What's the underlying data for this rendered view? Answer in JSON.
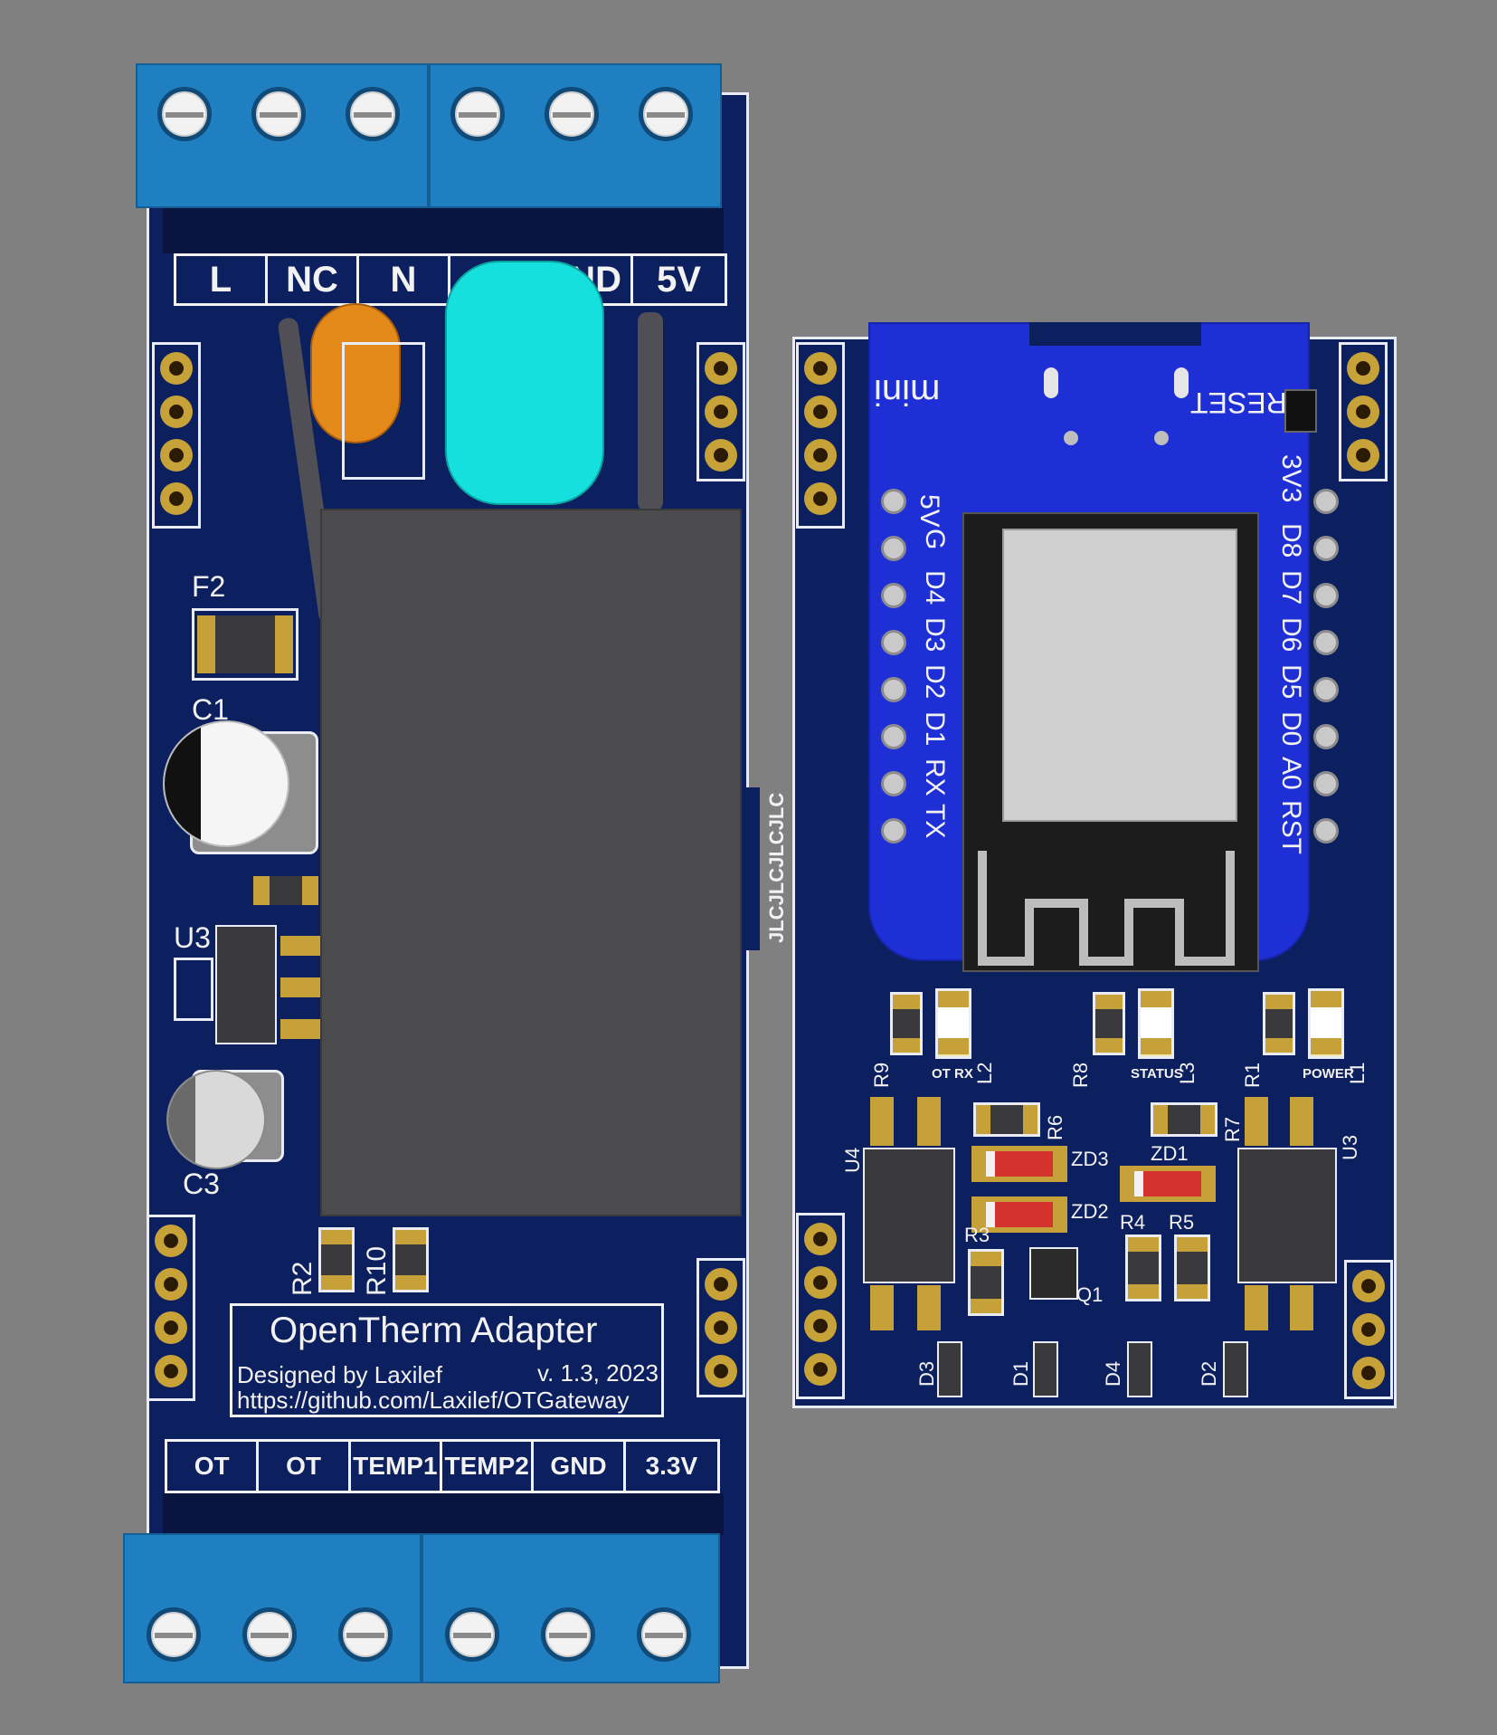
{
  "left_board": {
    "top_terminals": [
      "L",
      "NC",
      "N",
      "GND",
      "5V"
    ],
    "bottom_terminals": [
      "OT",
      "OT",
      "TEMP1",
      "TEMP2",
      "GND",
      "3.3V"
    ],
    "refs": {
      "f2": "F2",
      "c1": "C1",
      "u3": "U3",
      "c3": "C3",
      "r2": "R2",
      "r10": "R10"
    },
    "title": "OpenTherm Adapter",
    "designer": "Designed by Laxilef",
    "version": "v. 1.3, 2023",
    "url": "https://github.com/Laxilef/OTGateway",
    "side_mark": "JLCJLCJLCJLC"
  },
  "right_board": {
    "module_name": "mini",
    "reset_label": "RESET",
    "left_pins": [
      "5V",
      "G",
      "D4",
      "D3",
      "D2",
      "D1",
      "RX",
      "TX"
    ],
    "right_pins": [
      "3V3",
      "D8",
      "D7",
      "D6",
      "D5",
      "D0",
      "A0",
      "RST"
    ],
    "leds": [
      {
        "resistor": "R9",
        "led": "L2",
        "caption": "OT RX"
      },
      {
        "resistor": "R8",
        "led": "L3",
        "caption": "STATUS"
      },
      {
        "resistor": "R1",
        "led": "L1",
        "caption": "POWER"
      }
    ],
    "refs": {
      "u4": "U4",
      "r6": "R6",
      "r7": "R7",
      "zd3": "ZD3",
      "zd2": "ZD2",
      "zd1": "ZD1",
      "r3": "R3",
      "r4": "R4",
      "r5": "R5",
      "q1": "Q1",
      "d3": "D3",
      "d1": "D1",
      "d4": "D4",
      "d2": "D2",
      "u_right": "U3"
    }
  },
  "colors": {
    "background": "#808080",
    "pcb": "#0c1f5e",
    "terminal": "#1f7fc0",
    "module": "#1f2fd6",
    "gold": "#c6a13a"
  }
}
